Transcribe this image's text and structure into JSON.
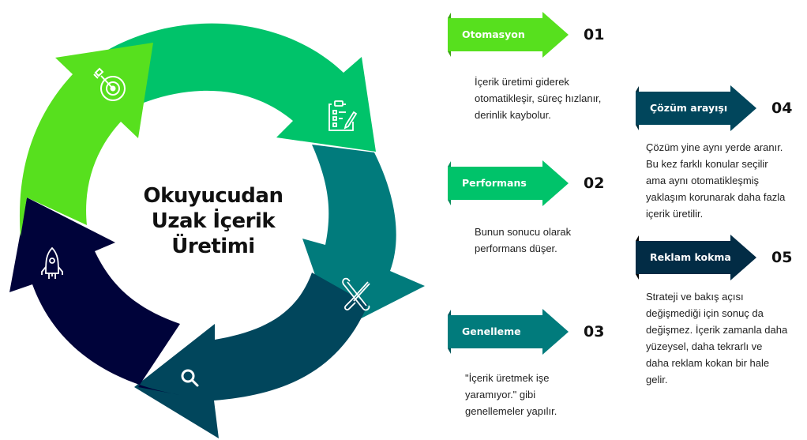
{
  "center_title": [
    "Okuyucudan",
    "Uzak İçerik",
    "Üretimi"
  ],
  "colors": {
    "lime": "#57E01E",
    "green": "#00C36A",
    "teal": "#017B7C",
    "petrol": "#01465C",
    "navy": "#00033A",
    "navy_tag": "#022C45"
  },
  "cycle_segments": [
    {
      "icon": "target-icon",
      "color": "#57E01E"
    },
    {
      "icon": "clipboard-checklist-icon",
      "color": "#00C36A"
    },
    {
      "icon": "wrench-screwdriver-icon",
      "color": "#017B7C"
    },
    {
      "icon": "search-icon",
      "color": "#01465C"
    },
    {
      "icon": "rocket-icon",
      "color": "#00033A"
    }
  ],
  "steps": [
    {
      "label": "Otomasyon",
      "number": "01",
      "color": "#57E01E",
      "fold": "#3aa512",
      "lines": [
        "İçerik üretimi giderek",
        "otomatikleşir, süreç hızlanır,",
        "derinlik kaybolur."
      ]
    },
    {
      "label": "Performans",
      "number": "02",
      "color": "#00C36A",
      "fold": "#078f5a",
      "lines": [
        "Bunun sonucu olarak",
        "performans düşer."
      ]
    },
    {
      "label": "Genelleme",
      "number": "03",
      "color": "#017B7C",
      "fold": "#01555a",
      "lines": [
        "\"İçerik üretmek işe",
        "yaramıyor.\" gibi",
        "genellemeler yapılır."
      ]
    },
    {
      "label": "Çözüm arayışı",
      "number": "04",
      "color": "#01465C",
      "fold": "#012a38",
      "lines": [
        "Çözüm yine aynı yerde aranır.",
        "Bu kez farklı konular seçilir",
        "ama aynı otomatikleşmiş",
        "yaklaşım korunarak daha fazla",
        "içerik üretilir."
      ]
    },
    {
      "label": "Reklam kokma",
      "number": "05",
      "color": "#022C45",
      "fold": "#000000",
      "lines": [
        "Strateji ve bakış açısı",
        "değişmediği için sonuç da",
        "değişmez. İçerik zamanla daha",
        "yüzeysel, daha tekrarlı ve",
        "daha reklam kokan bir hale",
        "gelir."
      ]
    }
  ]
}
